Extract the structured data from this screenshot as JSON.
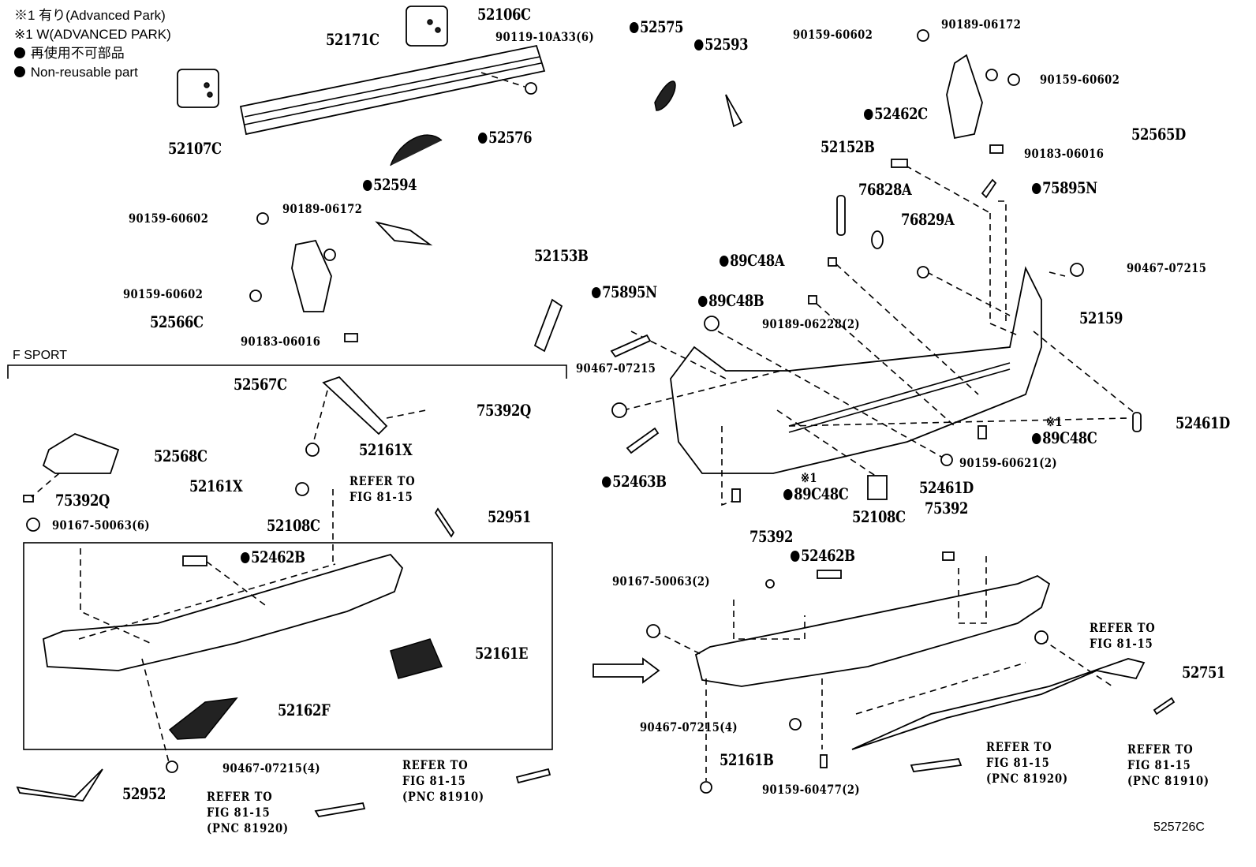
{
  "legend": {
    "note_jp": "※1 有り(Advanced  Park)",
    "note_en": "※1 W(ADVANCED PARK)",
    "nonreusable_jp": "再使用不可部品",
    "nonreusable_en": "Non-reusable part"
  },
  "section_label": "F SPORT",
  "illustration_code": "525726C",
  "refer": {
    "line1": "REFER TO",
    "line2": "FIG 81-15",
    "pnc_81910": "(PNC 81910)",
    "pnc_81920": "(PNC 81920)"
  },
  "mark_1": "※1",
  "parts": {
    "p52106C": "52106C",
    "p52171C": "52171C",
    "p90119": "90119-10A33(6)",
    "p52107C": "52107C",
    "p52575": "52575",
    "p52593": "52593",
    "p52576": "52576",
    "p52594": "52594",
    "p52153B": "52153B",
    "p90159_60602_a": "90159-60602",
    "p90189_06172_a": "90189-06172",
    "p90159_60602_b": "90159-60602",
    "p52566C": "52566C",
    "p90183_06016_a": "90183-06016",
    "p90159_60602_c": "90159-60602",
    "p90189_06172_b": "90189-06172",
    "p90159_60602_d": "90159-60602",
    "p52462C": "52462C",
    "p52565D": "52565D",
    "p90183_06016_b": "90183-06016",
    "p52152B": "52152B",
    "p76828A": "76828A",
    "p76829A": "76829A",
    "p75895N_a": "75895N",
    "p89C48A": "89C48A",
    "p90467_07215_a": "90467-07215",
    "p52159": "52159",
    "p75895N_b": "75895N",
    "p89C48B": "89C48B",
    "p90189_06228": "90189-06228(2)",
    "p90467_07215_b": "90467-07215",
    "p52461D_a": "52461D",
    "p89C48C_a": "89C48C",
    "p90159_60621": "90159-60621(2)",
    "p52463B": "52463B",
    "p89C48C_b": "89C48C",
    "p52461D_b": "52461D",
    "p52567C": "52567C",
    "p75392Q_a": "75392Q",
    "p52161X_a": "52161X",
    "p52568C": "52568C",
    "p52161X_b": "52161X",
    "p75392Q_b": "75392Q",
    "p90167_50063_6": "90167-50063(6)",
    "p52108C_a": "52108C",
    "p52951": "52951",
    "p52462B_a": "52462B",
    "p52161E": "52161E",
    "p52162F": "52162F",
    "p90467_07215_4a": "90467-07215(4)",
    "p52952": "52952",
    "p52108C_b": "52108C",
    "p75392_a": "75392",
    "p75392_b": "75392",
    "p52462B_b": "52462B",
    "p90167_50063_2": "90167-50063(2)",
    "p52751": "52751",
    "p90467_07215_4b": "90467-07215(4)",
    "p52161B": "52161B",
    "p90159_60477": "90159-60477(2)"
  }
}
